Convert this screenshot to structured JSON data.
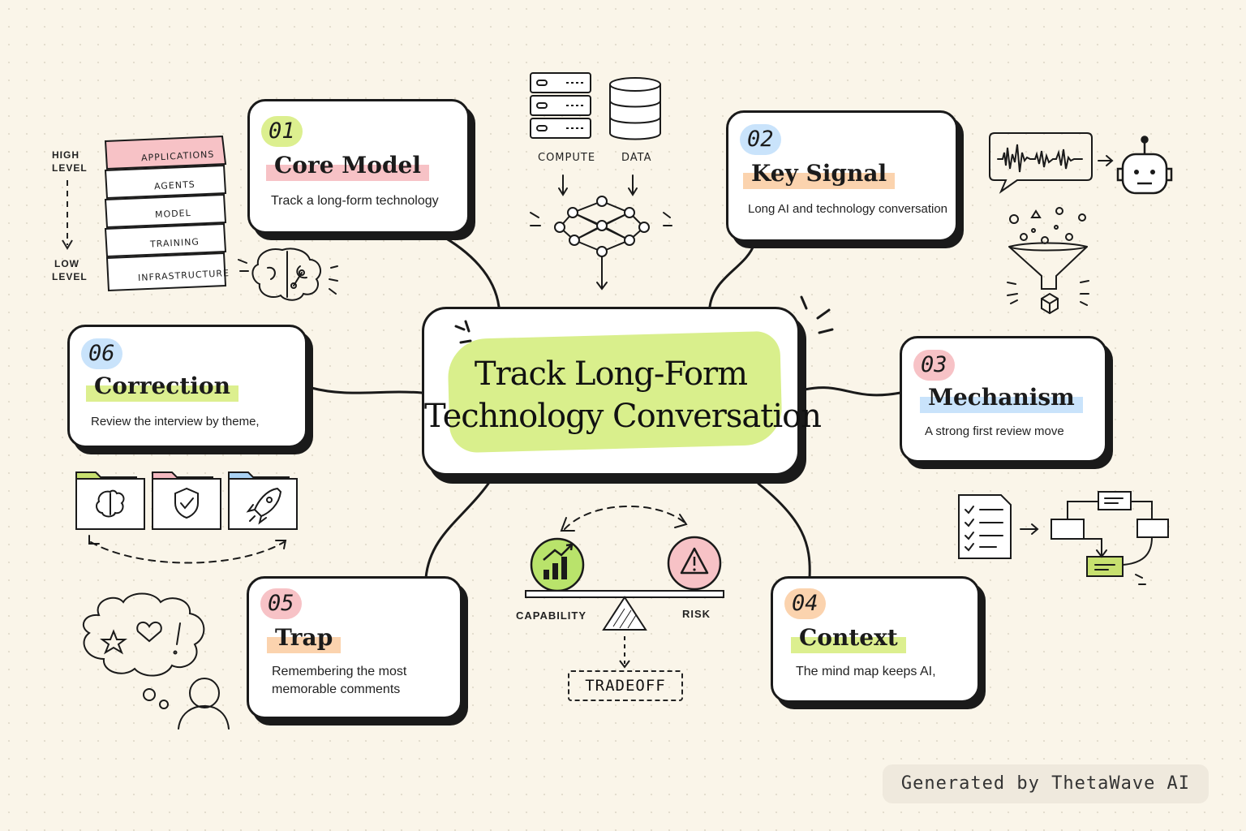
{
  "central": {
    "title_line1": "Track Long-Form",
    "title_line2": "Technology Conversation",
    "highlight_color": "#d9ef8c"
  },
  "nodes": [
    {
      "number": "01",
      "title": "Core Model",
      "description": "Track a long-form technology",
      "number_color": "#dcef8f",
      "title_color": "#f7c2c6"
    },
    {
      "number": "02",
      "title": "Key Signal",
      "description": "Long AI and technology conversation",
      "number_color": "#c9e3fb",
      "title_color": "#fbd3ae"
    },
    {
      "number": "03",
      "title": "Mechanism",
      "description": "A strong first review move",
      "number_color": "#f7c2c6",
      "title_color": "#c9e3fb"
    },
    {
      "number": "04",
      "title": "Context",
      "description": "The mind map keeps AI,",
      "number_color": "#fbd3ae",
      "title_color": "#dcef8f"
    },
    {
      "number": "05",
      "title": "Trap",
      "description_line1": "Remembering the most",
      "description_line2": "memorable comments",
      "number_color": "#f7c2c6",
      "title_color": "#fbd3ae"
    },
    {
      "number": "06",
      "title": "Correction",
      "description": "Review the interview by theme,",
      "number_color": "#c9e3fb",
      "title_color": "#dcef8f"
    }
  ],
  "layer_stack": {
    "high_label_1": "HIGH",
    "high_label_2": "LEVEL",
    "low_label_1": "LOW",
    "low_label_2": "LEVEL",
    "layers": [
      "APPLICATIONS",
      "AGENTS",
      "MODEL",
      "TRAINING",
      "INFRASTRUCTURE"
    ],
    "top_layer_color": "#f7c2c6"
  },
  "resources": {
    "compute_label": "COMPUTE",
    "data_label": "DATA"
  },
  "balance": {
    "left_label": "CAPABILITY",
    "right_label": "RISK",
    "tradeoff_label": "TRADEOFF",
    "capability_color": "#b9e36b",
    "risk_color": "#f7c2c6"
  },
  "folder_colors": [
    "#c7e06f",
    "#f4b9c0",
    "#a9d2f3"
  ],
  "watermark": "Generated by ThetaWave AI"
}
